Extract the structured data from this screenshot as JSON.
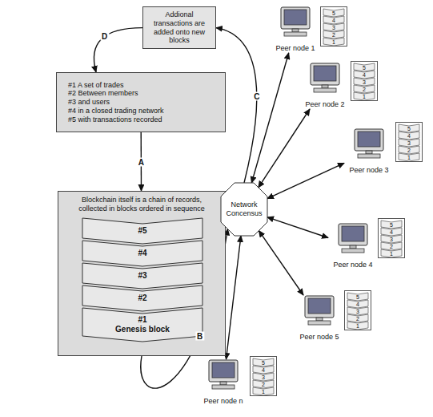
{
  "diagram": {
    "nodes": [
      {
        "text": [
          "Addional transactions are added onto new blocks"
        ]
      },
      {
        "text": [
          "#1 A set of trades",
          "#2 Between members",
          "#3 and users",
          "#4 in a closed trading network",
          "#5 with transactions recorded"
        ]
      },
      {
        "text": [
          "Blockchain itself is a chain of records, collected in blocks ordered in sequence"
        ]
      },
      {
        "text": [
          "#5"
        ],
        "in": 2
      },
      {
        "text": [
          "#4"
        ],
        "in": 2
      },
      {
        "text": [
          "#3"
        ],
        "in": 2
      },
      {
        "text": [
          "#2"
        ],
        "in": 2
      },
      {
        "text": [
          "#1",
          "Genesis block"
        ],
        "in": 2
      },
      {
        "text": [
          "Network Concensus"
        ]
      },
      {
        "text": [
          "Peer node 1"
        ]
      },
      {
        "text": [
          "Peer node 2"
        ]
      },
      {
        "text": [
          "Peer node 3"
        ]
      },
      {
        "text": [
          "Peer node 4"
        ]
      },
      {
        "text": [
          "Peer node 5"
        ]
      },
      {
        "text": [
          "Peer node n"
        ]
      }
    ],
    "edges": [
      {
        "from": 1,
        "to": 2,
        "arrow": "to",
        "label": "A"
      },
      {
        "from": 2,
        "to": 8,
        "arrow": "to",
        "label": "B"
      },
      {
        "from": 8,
        "to": 0,
        "arrow": "to",
        "label": "C"
      },
      {
        "from": 0,
        "to": 1,
        "arrow": "to",
        "label": "D"
      },
      {
        "from": 8,
        "to": 9,
        "arrow": "both"
      },
      {
        "from": 8,
        "to": 10,
        "arrow": "both"
      },
      {
        "from": 8,
        "to": 11,
        "arrow": "both"
      },
      {
        "from": 8,
        "to": 12,
        "arrow": "both"
      },
      {
        "from": 8,
        "to": 13,
        "arrow": "both"
      },
      {
        "from": 8,
        "to": 14,
        "arrow": "both"
      }
    ],
    "labels": [
      "5",
      "4",
      "3",
      "2",
      "1",
      "5",
      "4",
      "3",
      "2",
      "1",
      "5",
      "4",
      "3",
      "2",
      "1",
      "5",
      "4",
      "3",
      "2",
      "1",
      "5",
      "4",
      "3",
      "2",
      "1",
      "5",
      "4",
      "3",
      "2",
      "1"
    ]
  }
}
